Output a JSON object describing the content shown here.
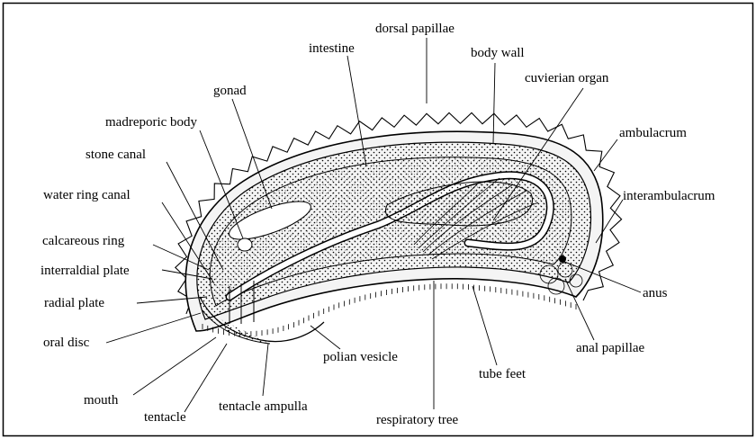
{
  "diagram": {
    "labels": {
      "dorsal_papillae": "dorsal papillae",
      "intestine": "intestine",
      "body_wall": "body wall",
      "cuvierian_organ": "cuvierian organ",
      "gonad": "gonad",
      "madreporic_body": "madreporic body",
      "ambulacrum": "ambulacrum",
      "stone_canal": "stone canal",
      "water_ring_canal": "water ring canal",
      "interambulacrum": "interambulacrum",
      "calcareous_ring": "calcareous ring",
      "interraldial_plate": "interraldial plate",
      "radial_plate": "radial plate",
      "anus": "anus",
      "oral_disc": "oral disc",
      "anal_papillae": "anal papillae",
      "polian_vesicle": "polian vesicle",
      "tube_feet": "tube feet",
      "mouth": "mouth",
      "tentacle_ampulla": "tentacle ampulla",
      "tentacle": "tentacle",
      "respiratory_tree": "respiratory tree"
    }
  }
}
